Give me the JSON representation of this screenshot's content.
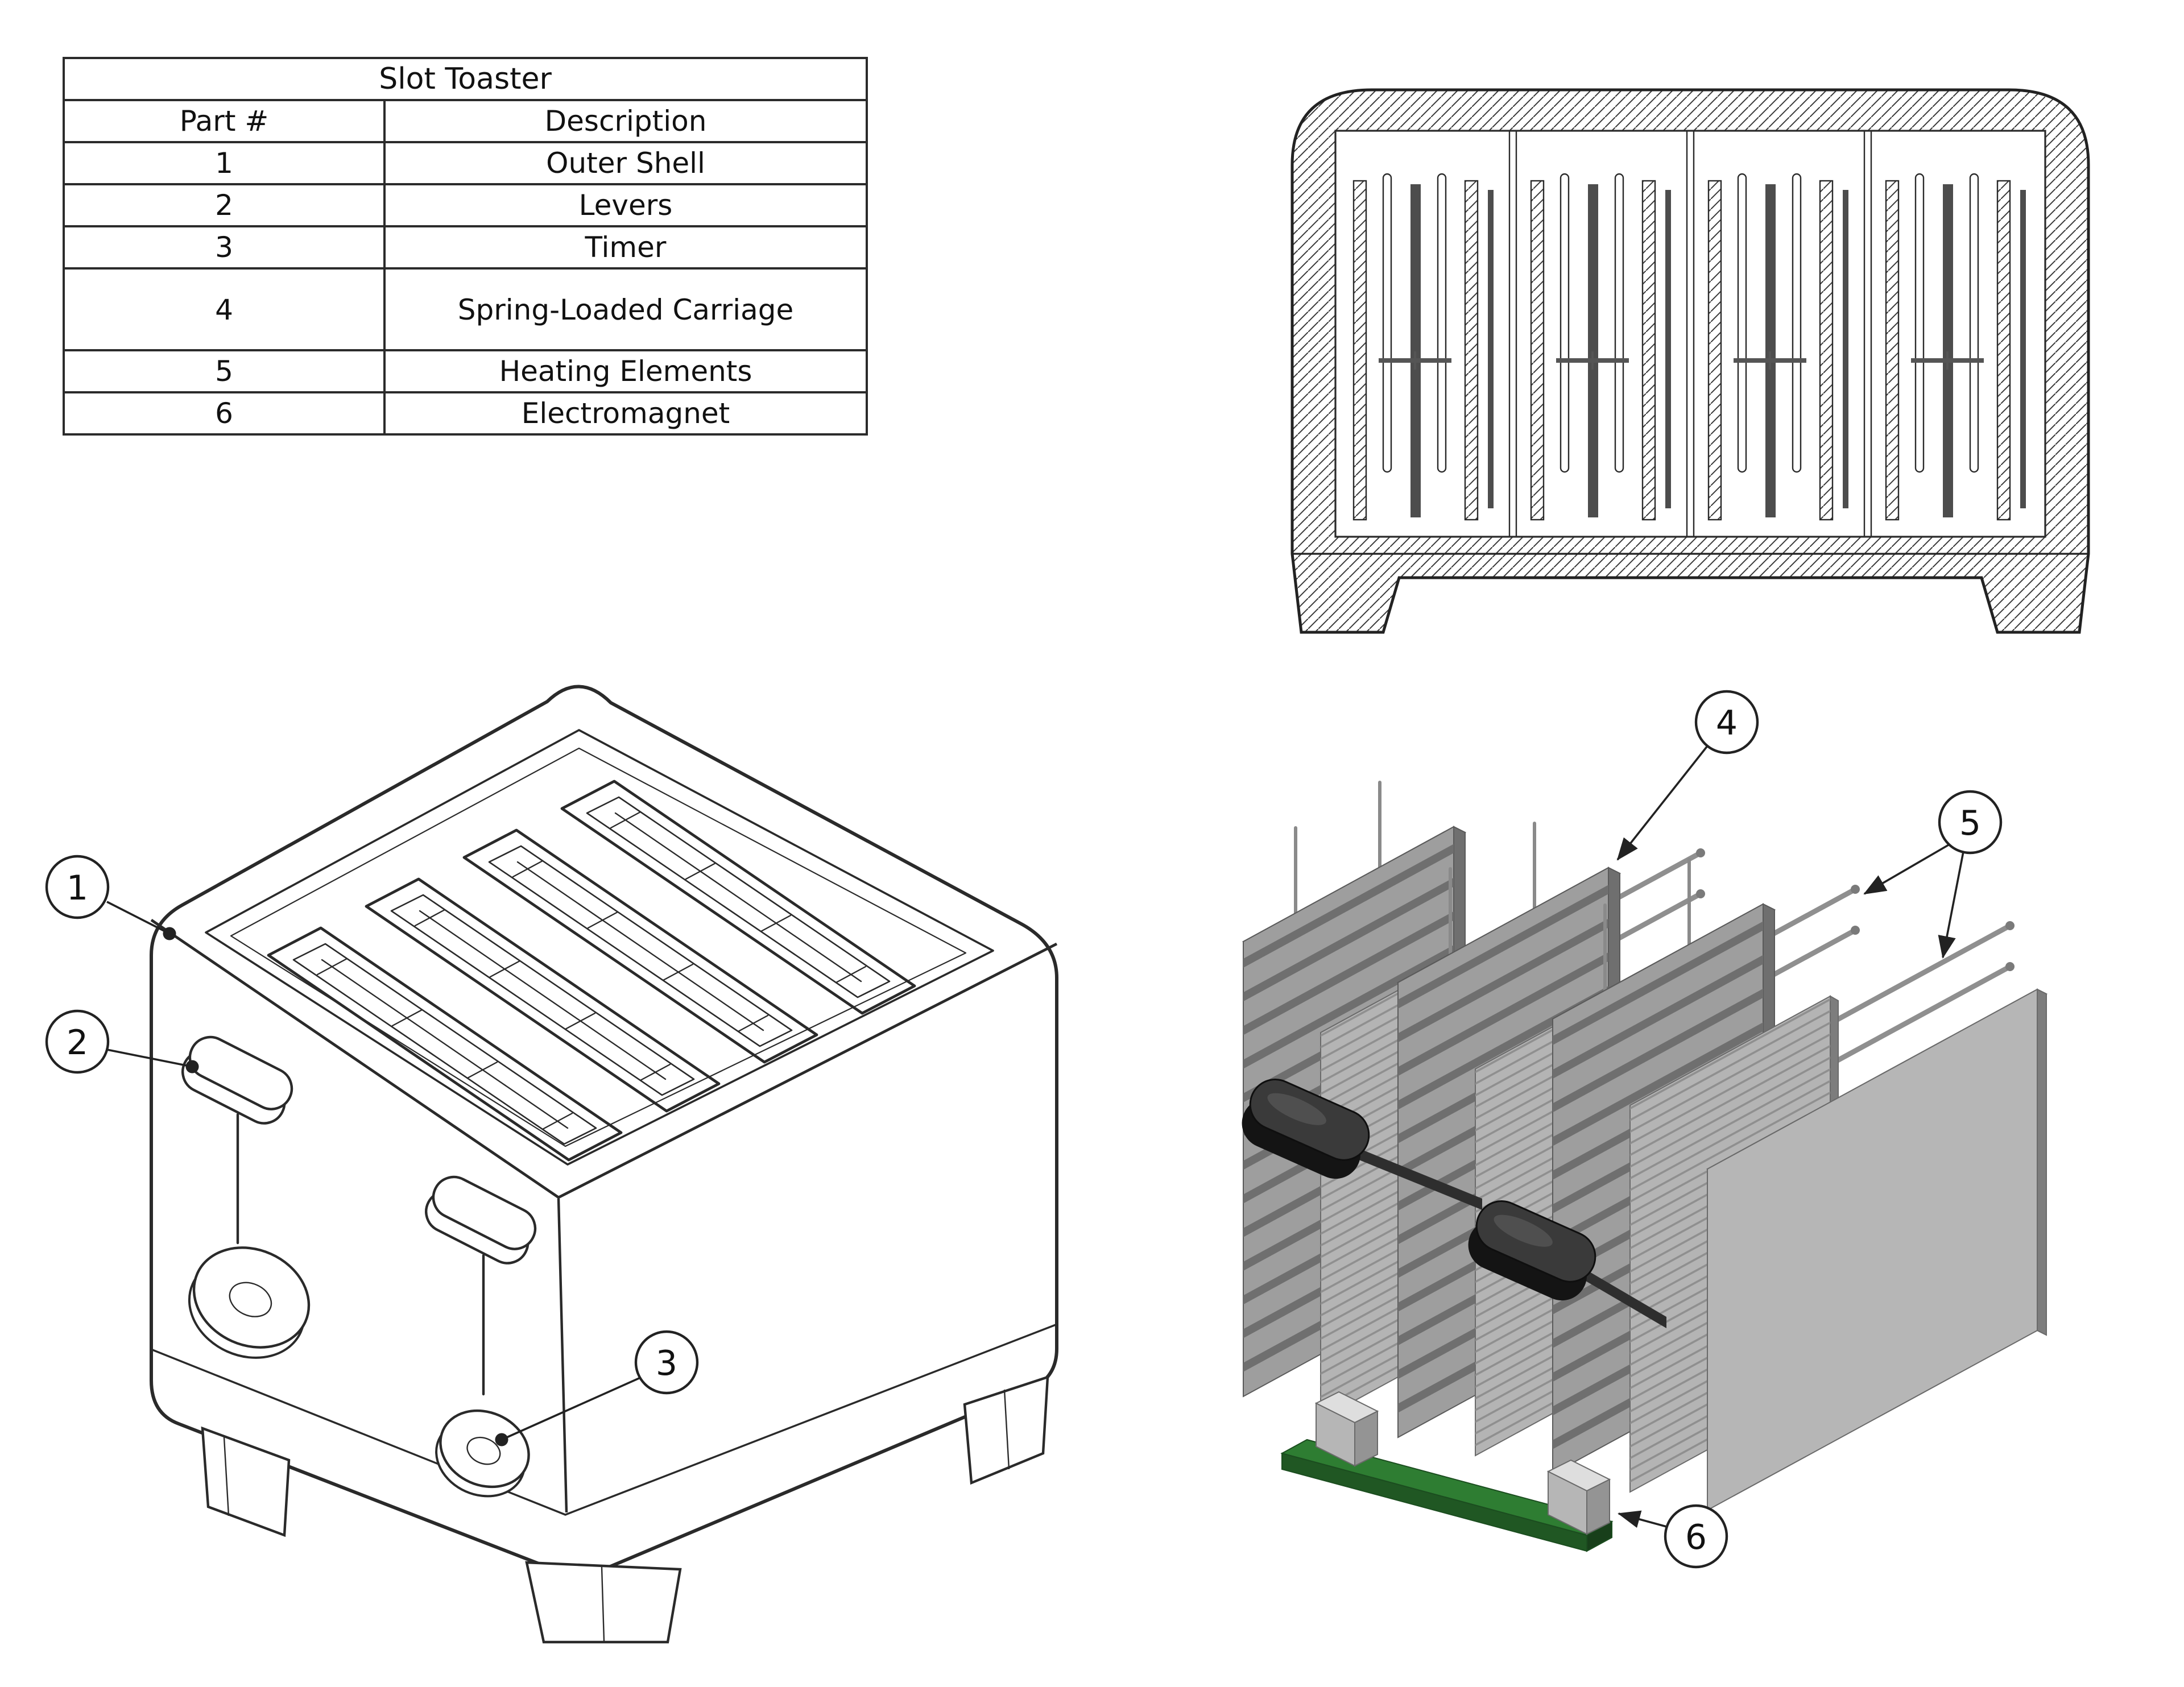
{
  "table": {
    "title": "Slot Toaster",
    "columns": [
      "Part #",
      "Description"
    ],
    "rows": [
      {
        "part": "1",
        "desc": "Outer Shell"
      },
      {
        "part": "2",
        "desc": "Levers"
      },
      {
        "part": "3",
        "desc": "Timer"
      },
      {
        "part": "4",
        "desc": "Spring-Loaded Carriage"
      },
      {
        "part": "5",
        "desc": "Heating Elements"
      },
      {
        "part": "6",
        "desc": "Electromagnet"
      }
    ]
  },
  "callouts": {
    "b1": "1",
    "b2": "2",
    "b3": "3",
    "b4": "4",
    "b5": "5",
    "b6": "6"
  },
  "colors": {
    "line": "#2a2a2a",
    "dark_bar": "#4d4d4d",
    "carriage_gray": "#9e9e9e",
    "board_gray": "#b4b4b4",
    "lever_black": "#3a3a3a",
    "pcb_green": "#2e7d32",
    "background": "#ffffff"
  }
}
